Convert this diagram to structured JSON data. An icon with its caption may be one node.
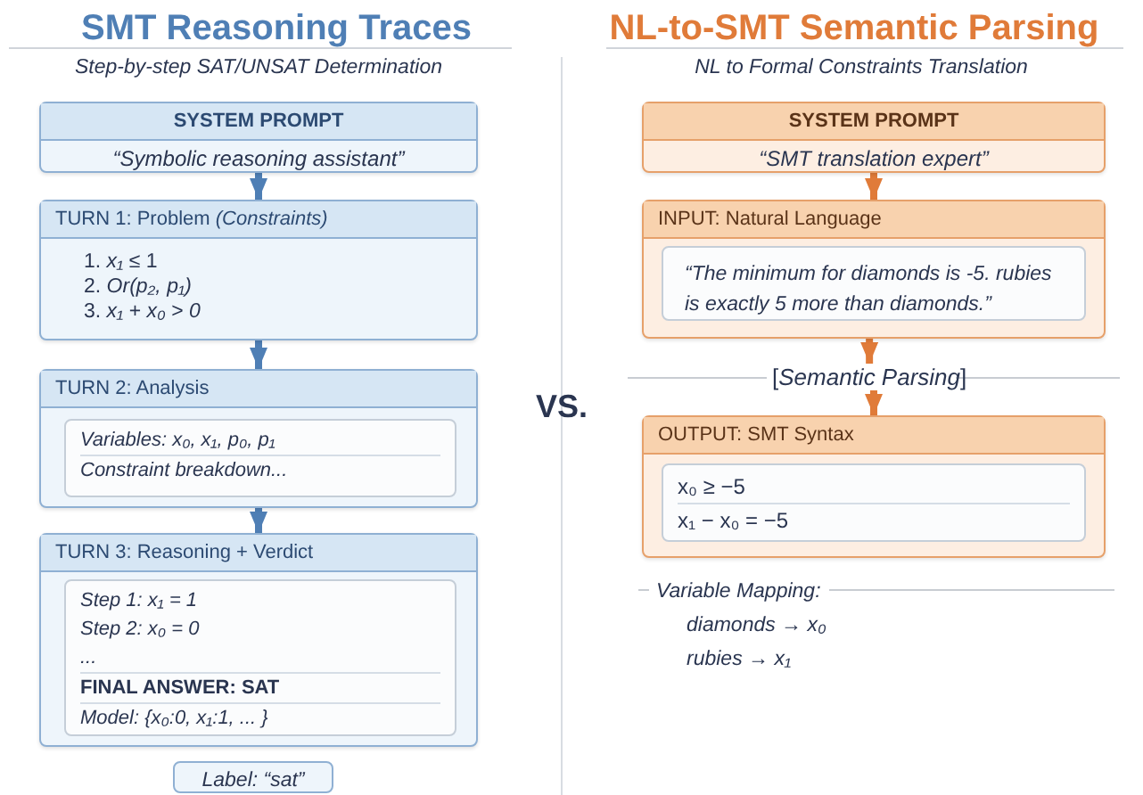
{
  "diagram": {
    "nodes": [
      {
        "text": [
          "SYSTEM PROMPT",
          "“Symbolic reasoning assistant”"
        ]
      },
      {
        "text": [
          "TURN 1: Problem *(Constraints)*",
          "1. *x₁* ≤ 1",
          "2. *Or(p₂, p₁)*",
          "3. *x₁* + *x₀* > *0*"
        ]
      },
      {
        "text": [
          "TURN 2: Analysis"
        ]
      },
      {
        "text": [
          "Variables: x₀, x₁, p₀, p₁",
          "Constraint breakdown..."
        ],
        "in": 2
      },
      {
        "text": [
          "TURN 3: Reasoning + Verdict"
        ]
      },
      {
        "text": [
          "Step 1: x₁ = 1",
          "Step 2: x₀ = 0",
          "...",
          "FINAL ANSWER: SAT",
          "Model: {x₀:0, x₁:1, ... }"
        ],
        "in": 4
      },
      {
        "text": [
          "Label: “sat”"
        ]
      },
      {
        "text": [
          "SYSTEM PROMPT",
          "“SMT translation expert”"
        ]
      },
      {
        "text": [
          "INPUT: Natural Language"
        ]
      },
      {
        "text": [
          "“The minimum for diamonds is -5. rubies is exactly 5 more than diamonds.”"
        ],
        "in": 8
      },
      {
        "text": [
          "[*Semantic Parsing*]"
        ]
      },
      {
        "text": [
          "OUTPUT: SMT Syntax"
        ]
      },
      {
        "text": [
          "x₀ ≥ −5",
          "x₁ − x₀ = −5"
        ],
        "in": 11
      }
    ],
    "edges": [
      {
        "from": 0,
        "to": 1,
        "arrow": "to"
      },
      {
        "from": 1,
        "to": 2,
        "arrow": "to"
      },
      {
        "from": 2,
        "to": 4,
        "arrow": "to"
      },
      {
        "from": 7,
        "to": 8,
        "arrow": "to",
        "color": "#e07b39"
      },
      {
        "from": 8,
        "to": 10,
        "arrow": "to",
        "color": "#e07b39"
      },
      {
        "from": 10,
        "to": 11,
        "arrow": "to",
        "color": "#e07b39"
      }
    ],
    "labels": [
      "SMT Reasoning Traces",
      "NL-to-SMT Semantic Parsing",
      "Step-by-step SAT/UNSAT Determination",
      "NL to Formal Constraints Translation",
      "VS.",
      "Variable Mapping:",
      "diamonds → x₀",
      "rubies → x₁"
    ]
  }
}
